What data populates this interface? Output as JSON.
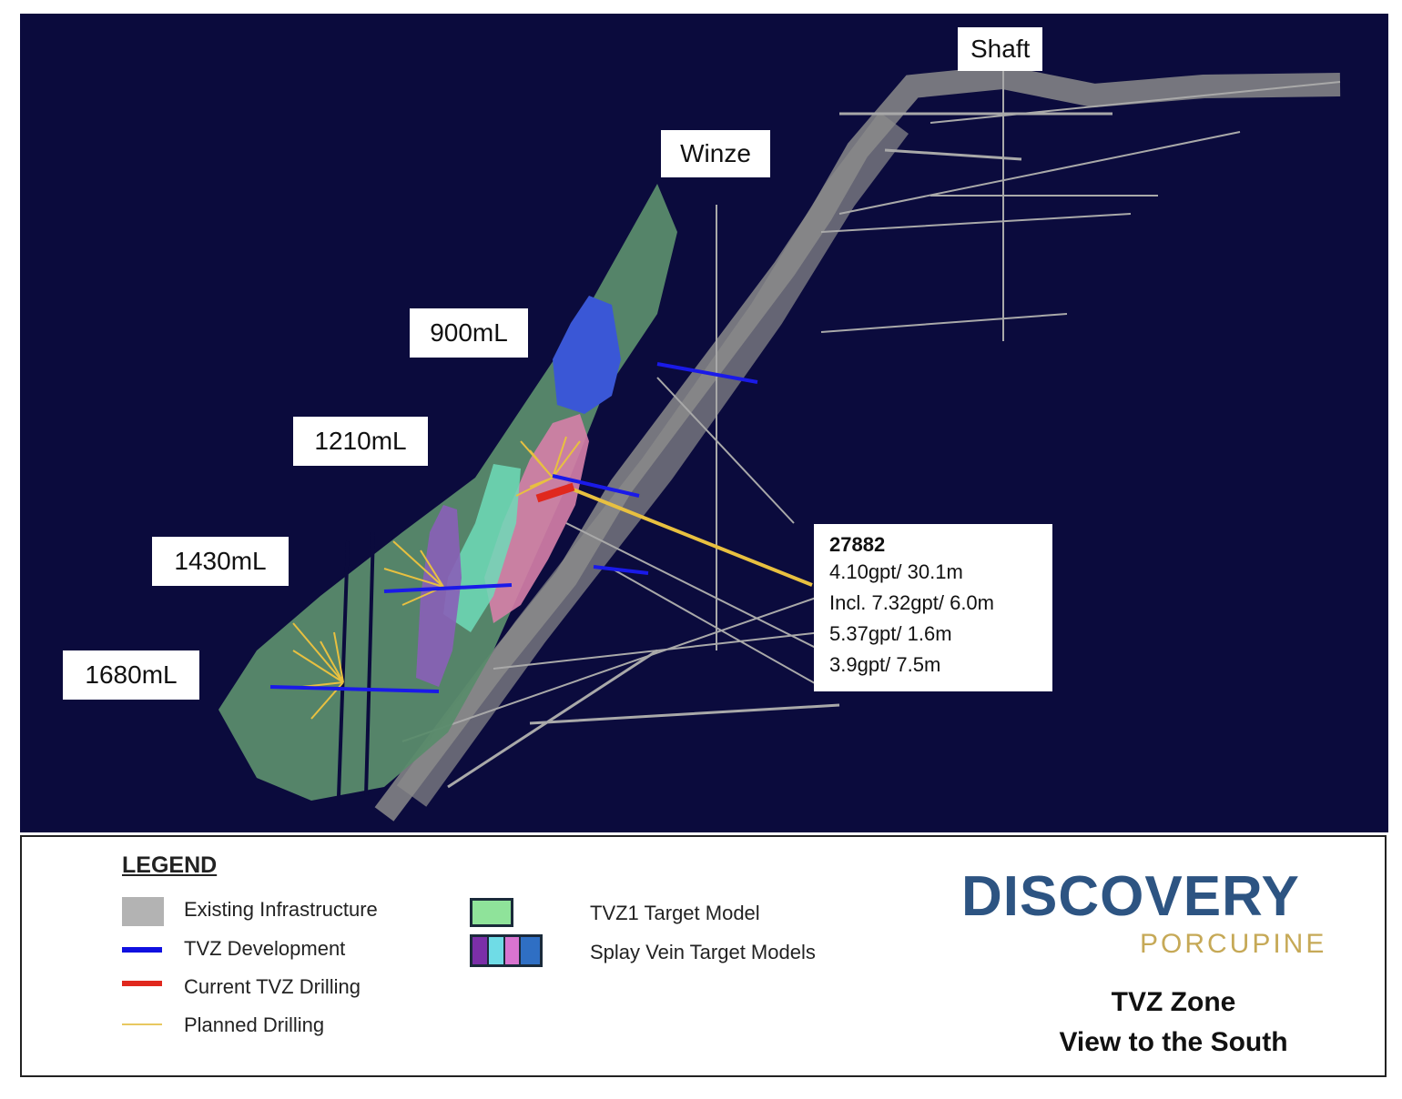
{
  "map": {
    "labels": {
      "shaft": "Shaft",
      "winze": "Winze",
      "l900": "900mL",
      "l1210": "1210mL",
      "l1430": "1430mL",
      "l1680": "1680mL"
    },
    "callout": {
      "hole": "27882",
      "lines": [
        "4.10gpt/ 30.1m",
        "Incl. 7.32gpt/ 6.0m",
        "5.37gpt/ 1.6m",
        "3.9gpt/ 7.5m"
      ]
    }
  },
  "legend": {
    "title": "LEGEND",
    "items": [
      {
        "label": "Existing Infrastructure",
        "color": "#b3b3b3"
      },
      {
        "label": "TVZ Development",
        "color": "#1010e0"
      },
      {
        "label": "Current TVZ Drilling",
        "color": "#e0281e"
      },
      {
        "label": "Planned Drilling",
        "color": "#e8c860"
      },
      {
        "label": "TVZ1 Target Model",
        "color": "#8fe39a"
      },
      {
        "label": "Splay Vein Target Models",
        "colors": [
          "#7b2fa8",
          "#6fdce6",
          "#d874d0",
          "#2f6fc4"
        ]
      }
    ]
  },
  "branding": {
    "logo_main": "DISCOVERY",
    "logo_sub": "PORCUPINE",
    "title_line1": "TVZ Zone",
    "title_line2": "View to the South"
  }
}
